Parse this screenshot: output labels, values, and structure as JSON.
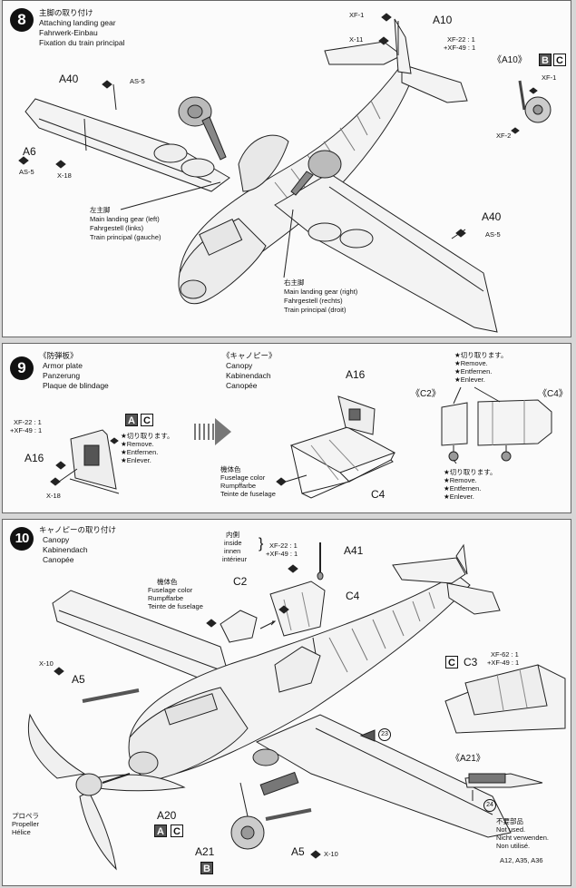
{
  "step8": {
    "number": "8",
    "title_jp": "主脚の取り付け",
    "title_en": "Attaching landing gear",
    "title_de": "Fahrwerk-Einbau",
    "title_fr": "Fixation du train principal",
    "xf1": "XF-1",
    "a10": "A10",
    "x11": "X-11",
    "mix_a": "XF-22 : 1",
    "mix_b": "+XF-49 : 1",
    "a40": "A40",
    "as5": "AS-5",
    "a6": "A6",
    "x18": "X-18",
    "left_jp": "左主脚",
    "left_en": "Main landing gear (left)",
    "left_de": "Fahrgestell (links)",
    "left_fr": "Train principal (gauche)",
    "right_jp": "右主脚",
    "right_en": "Main landing gear (right)",
    "right_de": "Fahrgestell (rechts)",
    "right_fr": "Train principal (droit)",
    "detail_title": "《A10》",
    "detail_b": "B",
    "detail_c": "C",
    "xf2": "XF-2"
  },
  "step9": {
    "number": "9",
    "armor_jp": "《防弾板》",
    "armor_en": "Armor plate",
    "armor_de": "Panzerung",
    "armor_fr": "Plaque de blindage",
    "mix_a": "XF-22 : 1",
    "mix_b": "+XF-49 : 1",
    "a16": "A16",
    "a_box": "A",
    "c_box": "C",
    "cut_jp": "★切り取ります。",
    "cut_en": "★Remove.",
    "cut_de": "★Entfernen.",
    "cut_fr": "★Enlever.",
    "x18": "X-18",
    "canopy_jp": "《キャノピー》",
    "canopy_en": "Canopy",
    "canopy_de": "Kabinendach",
    "canopy_fr": "Canopée",
    "fus_jp": "機体色",
    "fus_en": "Fuselage color",
    "fus_de": "Rumpffarbe",
    "fus_fr": "Teinte de fuselage",
    "c4": "C4",
    "c2_tag": "《C2》",
    "c4_tag": "《C4》"
  },
  "step10": {
    "number": "10",
    "title_jp": "キャノピーの取り付け",
    "title_en": "Canopy",
    "title_de": "Kabinendach",
    "title_fr": "Canopée",
    "inside_jp": "内側",
    "inside_en": "inside",
    "inside_de": "innen",
    "inside_fr": "intérieur",
    "mix_a": "XF-22 : 1",
    "mix_b": "+XF-49 : 1",
    "a41": "A41",
    "fus_jp": "機体色",
    "fus_en": "Fuselage color",
    "fus_de": "Rumpffarbe",
    "fus_fr": "Teinte de fuselage",
    "c2": "C2",
    "c4": "C4",
    "x10": "X-10",
    "a5": "A5",
    "mix2_a": "XF-62 : 1",
    "mix2_b": "+XF-49 : 1",
    "c_box": "C",
    "c3": "C3",
    "ref23": "23",
    "a21_tag": "《A21》",
    "ref24": "24",
    "unused_jp": "不要部品",
    "unused_en": "Not used.",
    "unused_de": "Nicht verwenden.",
    "unused_fr": "Non utilisé.",
    "unused_parts": "A12, A35, A36",
    "prop_jp": "プロペラ",
    "prop_en": "Propeller",
    "prop_fr": "Hélice",
    "a20": "A20",
    "a_box": "A",
    "a21": "A21",
    "b_box": "B"
  }
}
